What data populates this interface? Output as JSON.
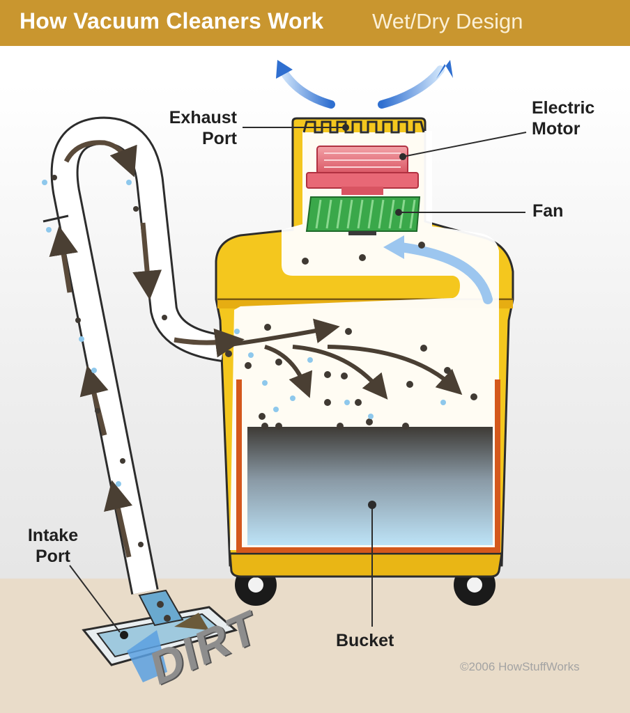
{
  "header": {
    "title": "How Vacuum Cleaners Work",
    "subtitle": "Wet/Dry Design"
  },
  "labels": {
    "exhaust_port_line1": "Exhaust",
    "exhaust_port_line2": "Port",
    "electric_motor_line1": "Electric",
    "electric_motor_line2": "Motor",
    "fan": "Fan",
    "intake_port_line1": "Intake",
    "intake_port_line2": "Port",
    "bucket": "Bucket",
    "dirt": "DIRT"
  },
  "copyright": "©2006 HowStuffWorks",
  "colors": {
    "header": "#c9962f",
    "body_yellow": "#f4c71e",
    "bucket_rim": "#d4581c",
    "motor": "#e8737b",
    "fan": "#3aa84a",
    "air_flow": "#7fb4ea",
    "dirt_particle": "#403a33"
  }
}
